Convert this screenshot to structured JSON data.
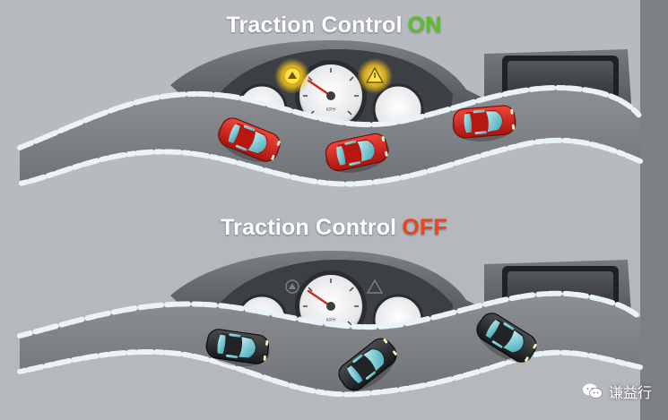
{
  "panel_on": {
    "title_label": "Traction Control",
    "title_state": "ON",
    "state_color": "#5cbf2a",
    "warning_lights_lit": true,
    "car_color": "#d42a22",
    "car_count": 3
  },
  "panel_off": {
    "title_label": "Traction Control",
    "title_state": "OFF",
    "state_color": "#e8461f",
    "warning_lights_lit": false,
    "car_color": "#2b2d31",
    "car_count": 3
  },
  "dashboard": {
    "speedometer_unit": "KPH",
    "icons": [
      "traction-control-warning-icon",
      "hazard-warning-icon"
    ]
  },
  "watermark": {
    "text": "谦益行",
    "icon": "wechat-icon"
  }
}
